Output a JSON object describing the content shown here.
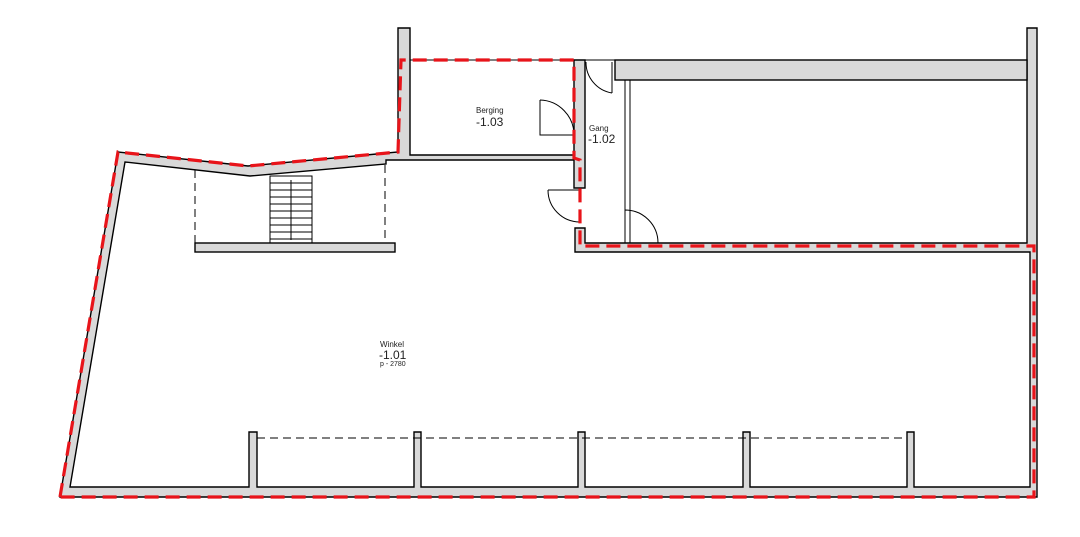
{
  "rooms": [
    {
      "name": "Winkel",
      "number": "-1.01",
      "note": "p - 2780"
    },
    {
      "name": "Gang",
      "number": "-1.02"
    },
    {
      "name": "Berging",
      "number": "-1.03"
    }
  ],
  "colors": {
    "boundary": "#e8141a",
    "wall_fill": "#d9d9d9",
    "wall_stroke": "#000000"
  }
}
